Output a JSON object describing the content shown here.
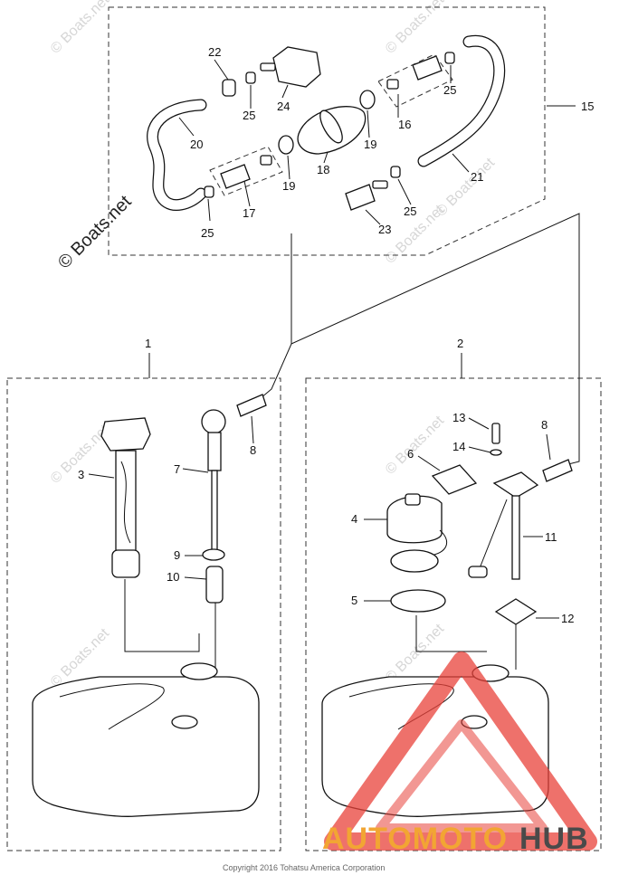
{
  "watermarks": {
    "diagonal": "© Boats.net",
    "big": "© Boats.net"
  },
  "callouts": {
    "c1": "1",
    "c2": "2",
    "c3": "3",
    "c4": "4",
    "c5": "5",
    "c6": "6",
    "c7": "7",
    "c8a": "8",
    "c8b": "8",
    "c9": "9",
    "c10": "10",
    "c11": "11",
    "c12": "12",
    "c13": "13",
    "c14": "14",
    "c15": "15",
    "c16": "16",
    "c17": "17",
    "c18": "18",
    "c19a": "19",
    "c19b": "19",
    "c20": "20",
    "c21": "21",
    "c22": "22",
    "c23": "23",
    "c24": "24",
    "c25a": "25",
    "c25b": "25",
    "c25c": "25",
    "c25d": "25"
  },
  "footer": {
    "copyright": "Copyright 2016 Tohatsu America Corporation"
  },
  "brand": {
    "part1": "AUTOMOTO",
    "part2": "HUB",
    "accent_color": "#e8413a",
    "orange_color": "#f2a533"
  }
}
